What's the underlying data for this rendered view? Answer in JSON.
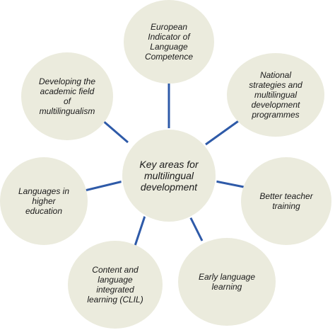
{
  "diagram": {
    "center": {
      "label": "Key areas for\nmultilingual\ndevelopment"
    },
    "nodes": [
      {
        "label": "European\nIndicator of\nLanguage\nCompetence"
      },
      {
        "label": "National\nstrategies and\nmultilingual\ndevelopment\nprogrammes"
      },
      {
        "label": "Better teacher\ntraining"
      },
      {
        "label": "Early language\nlearning"
      },
      {
        "label": "Content and\nlanguage\nintegrated\nlearning  (CLIL)"
      },
      {
        "label": "Languages  in\nhigher\neducation"
      },
      {
        "label": "Developing  the\nacademic field\nof\nmultilingualism"
      }
    ],
    "colors": {
      "node_fill": "#ebebdd",
      "connector": "#2e5aa8"
    }
  }
}
